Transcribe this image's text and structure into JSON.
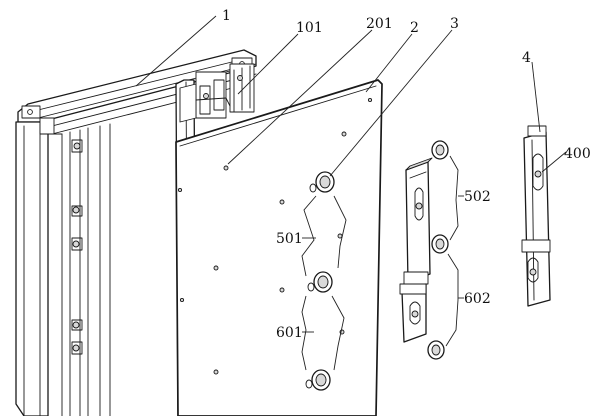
{
  "labels": {
    "frame": "1",
    "frame_slot": "101",
    "plate_hole": "201",
    "plate": "2",
    "stud": "3",
    "bracket": "4",
    "bracket_slot": "400",
    "upper_group": "501",
    "hanger_upper": "502",
    "lower_group": "601",
    "hanger_lower": "602"
  }
}
